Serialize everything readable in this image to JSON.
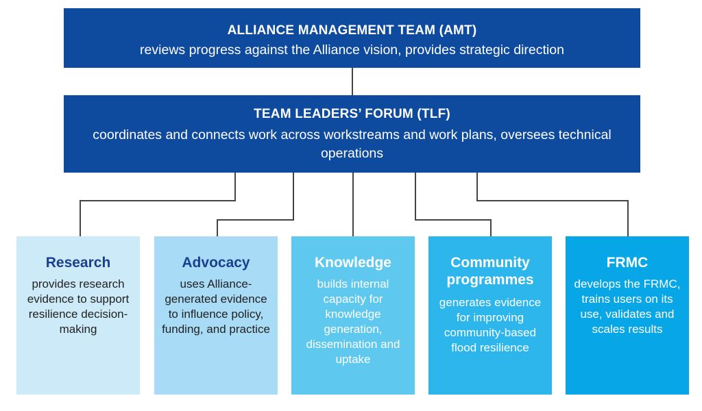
{
  "amt": {
    "title": "ALLIANCE MANAGEMENT TEAM (AMT)",
    "description": "reviews progress against the Alliance vision, provides strategic direction"
  },
  "tlf": {
    "title": "TEAM LEADERS’ FORUM (TLF)",
    "description": "coordinates and connects work across workstreams and work plans, oversees technical operations"
  },
  "workstreams": [
    {
      "title": "Research",
      "description": "provides research evidence to support resilience decision-making"
    },
    {
      "title": "Advocacy",
      "description": "uses Alliance-generated evidence to influence policy, funding, and practice"
    },
    {
      "title": "Knowledge",
      "description": "builds internal capacity for knowledge generation, dissemination and uptake"
    },
    {
      "title": "Community programmes",
      "description": "generates evidence for improving community-based flood resilience"
    },
    {
      "title": "FRMC",
      "description": "develops the FRMC, trains users on its use, validates and scales results"
    }
  ],
  "colors": {
    "dark_blue": "#0e4a9e",
    "card_1": "#cdeaf8",
    "card_2": "#a8dbf5",
    "card_3": "#5ec8ef",
    "card_4": "#2cb6ec",
    "card_5": "#07a6e6",
    "connector": "#444444"
  }
}
